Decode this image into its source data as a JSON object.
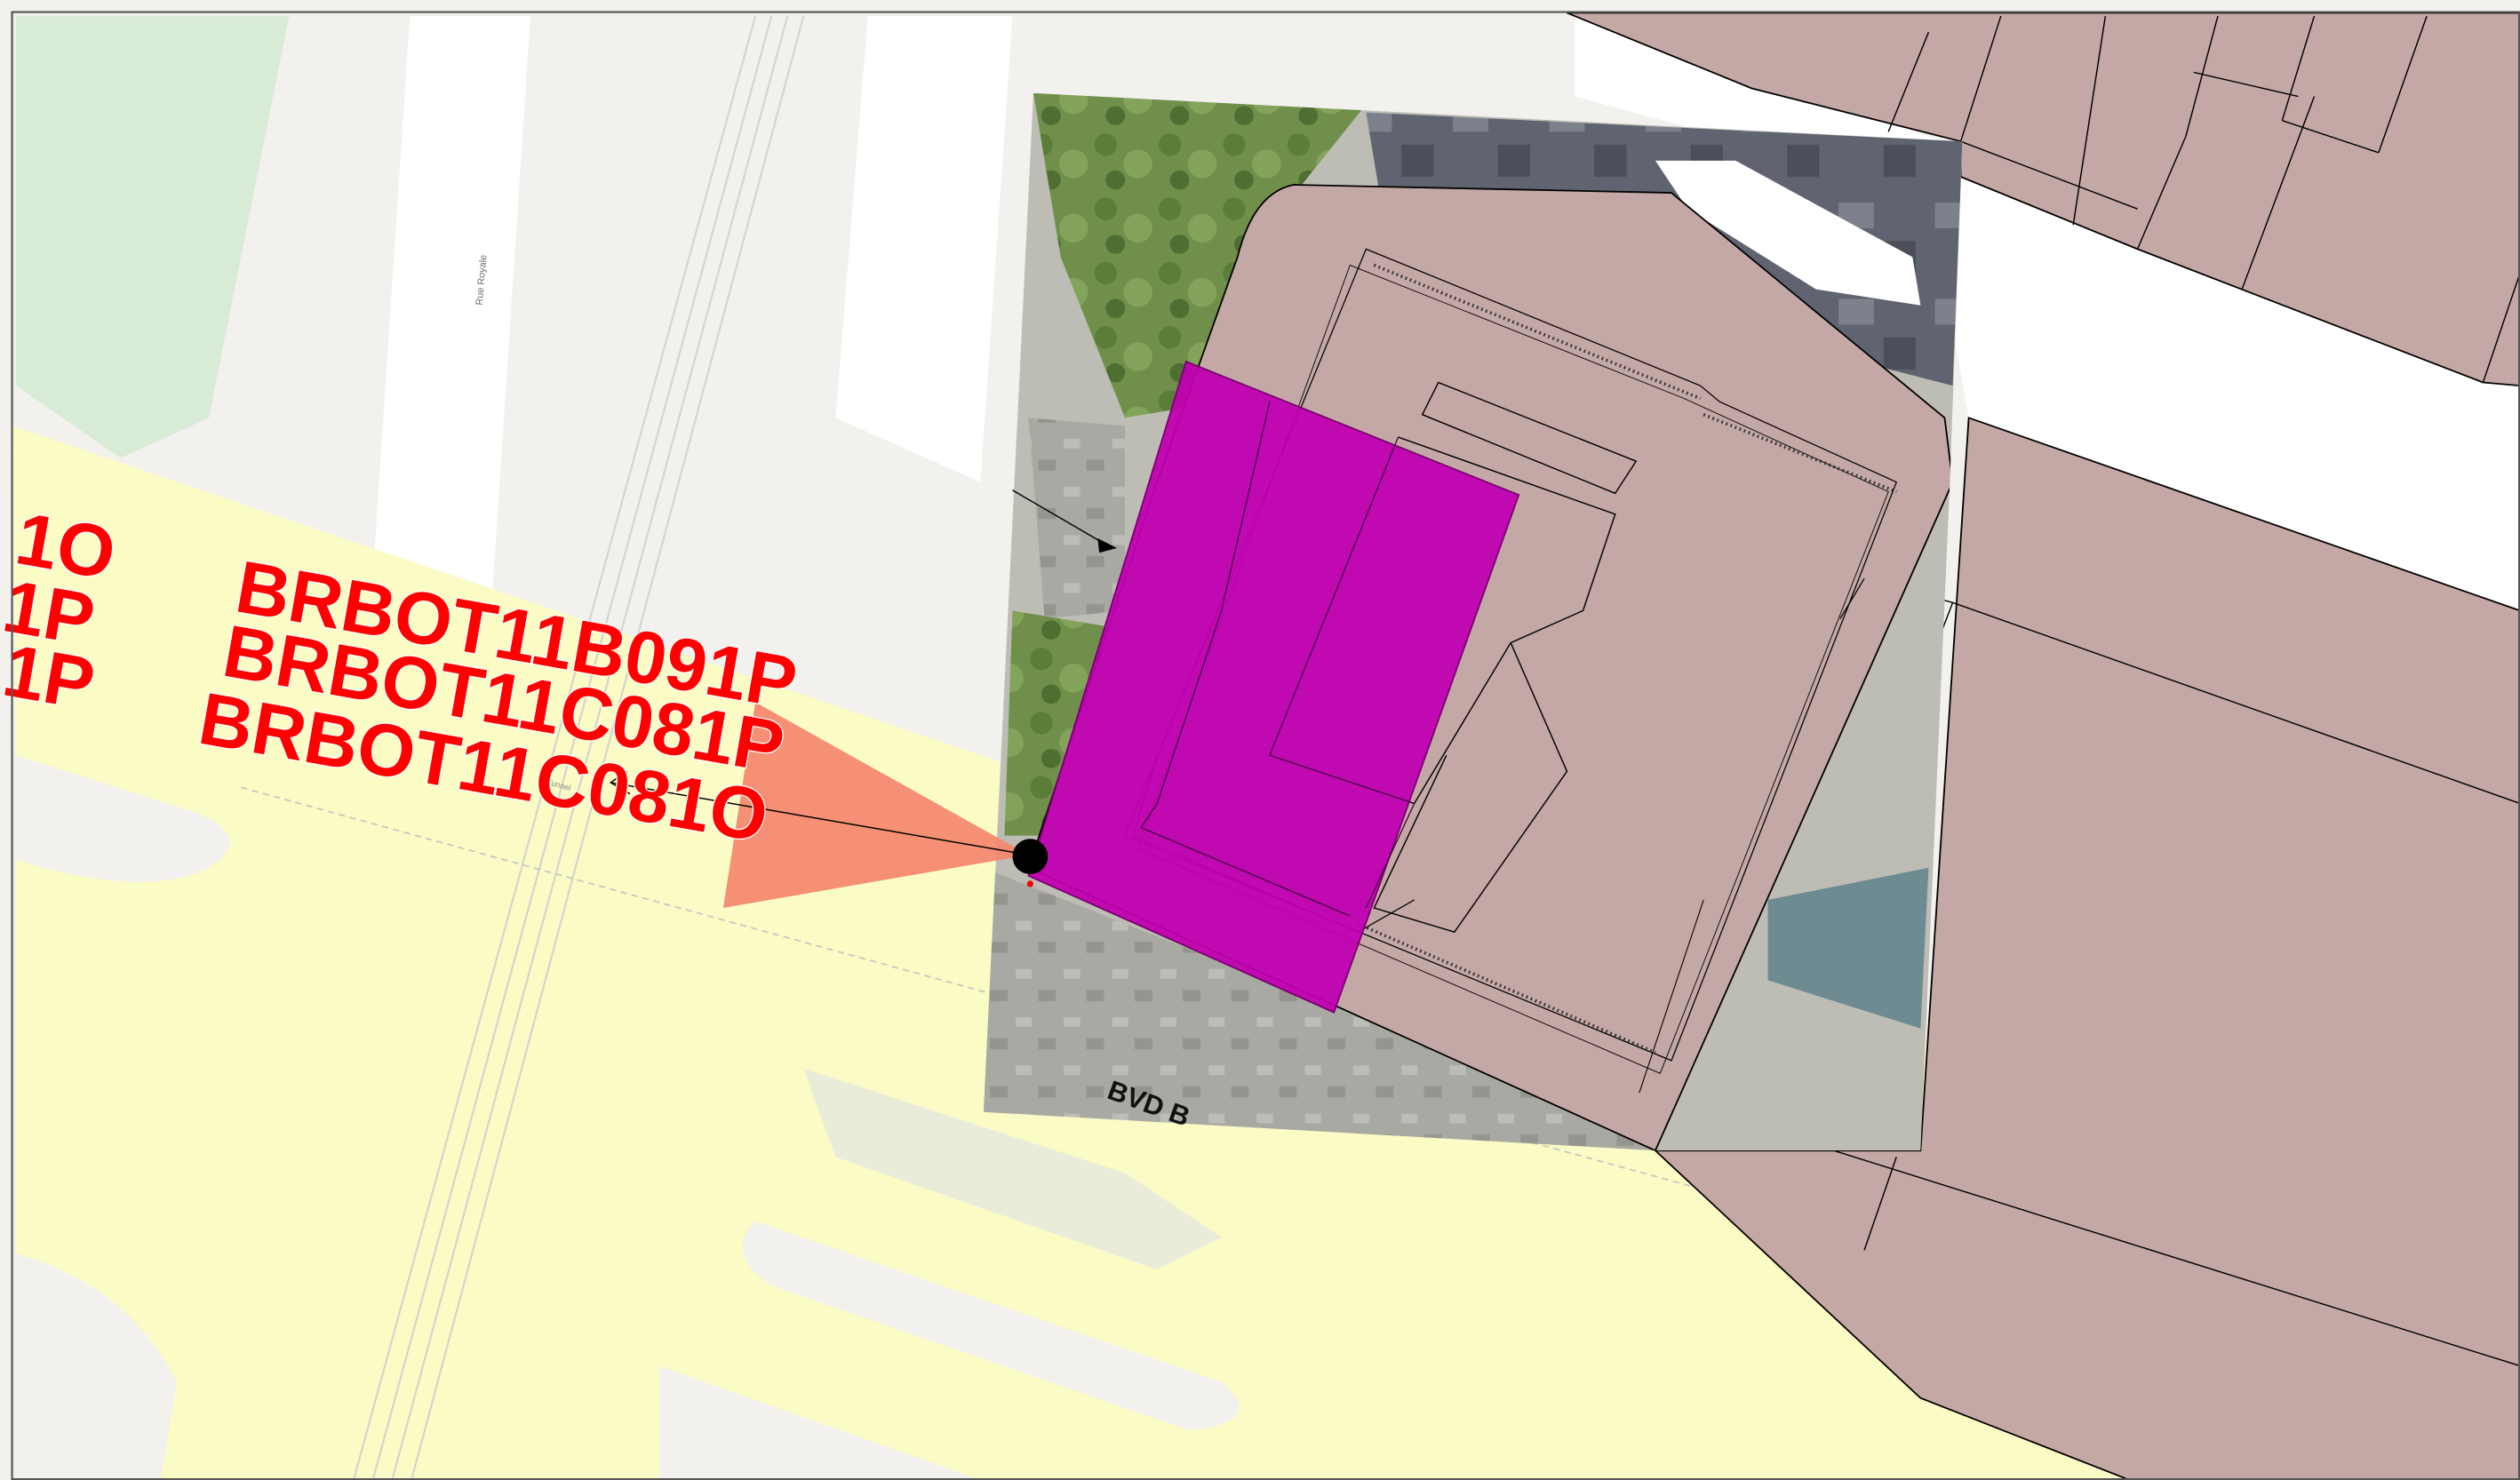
{
  "map": {
    "street_labels": {
      "rue_royale": "Rue Royale",
      "boulevard": "BVD B",
      "tunnel": "Tunnel"
    },
    "labels_partial_left": [
      "1O",
      "1P",
      "1P"
    ],
    "photo_labels": [
      "BRBOT11B091P",
      "BRBOT11C081P",
      "BRBOT11C081O"
    ],
    "colors": {
      "background": "#f2f1ee",
      "road_white": "#ffffff",
      "road_yellow": "#fbfbc6",
      "green_area": "#d8ebd6",
      "building_parcel": "#c4a8a5",
      "footprint_magenta": "#c000b0",
      "view_cone": "#f4846c",
      "label_red": "#ff0000",
      "outline": "#000000"
    },
    "layers": {
      "orthophoto_inset": "aerial-photo",
      "camera_marker": "photo-point",
      "view_cone": "camera-field-of-view"
    }
  }
}
